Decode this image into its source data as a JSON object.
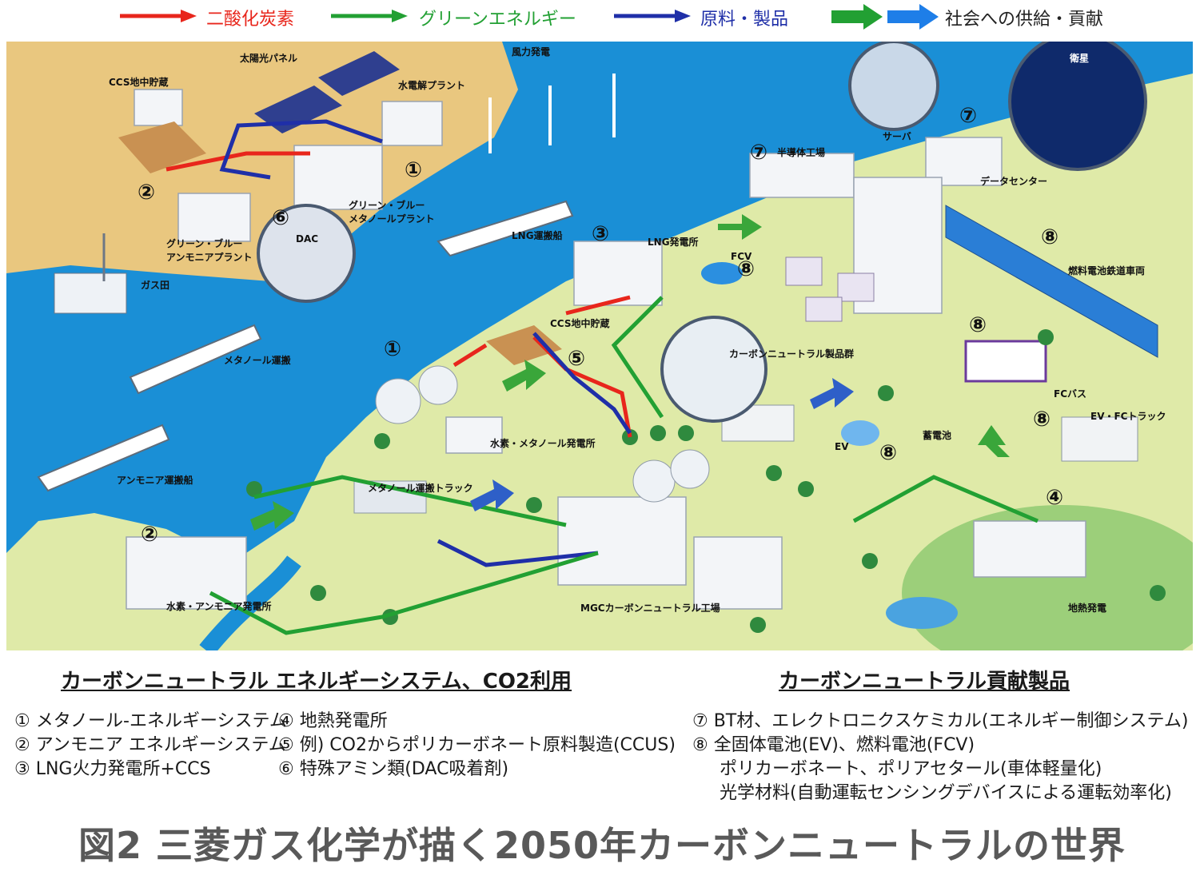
{
  "legend": [
    {
      "label": "二酸化炭素",
      "color": "#e8261c"
    },
    {
      "label": "グリーンエネルギー",
      "color": "#22a033"
    },
    {
      "label": "原料・製品",
      "color": "#1f2fa8"
    },
    {
      "label": "社会への供給・貢献",
      "color": "#1e7ee8"
    }
  ],
  "map_labels": {
    "solar": "太陽光パネル",
    "wind": "風力発電",
    "ccs_top": "CCS地中貯蔵",
    "electrolysis": "水電解プラント",
    "methanol_plant": "グリーン・ブルー\nメタノールプラント",
    "ammonia_plant": "グリーン・ブルー\nアンモニアプラント",
    "dac": "DAC",
    "gas_field": "ガス田",
    "lng_ship": "LNG運搬船",
    "methanol_ship": "メタノール運搬",
    "ammonia_ship": "アンモニア運搬船",
    "lng_power": "LNG発電所",
    "ccs_mid": "CCS地中貯蔵",
    "h2_methanol_power": "水素・メタノール発電所",
    "methanol_truck": "メタノール運搬トラック",
    "h2_ammonia_power": "水素・アンモニア発電所",
    "mgc_factory": "MGCカーボンニュートラル工場",
    "geothermal": "地熱発電",
    "semi_factory": "半導体工場",
    "server": "サーバ",
    "satellite": "衛星",
    "datacenter": "データセンター",
    "fcv": "FCV",
    "cn_products": "カーボンニュートラル製品群",
    "train": "燃料電池鉄道車両",
    "fc_bus": "FCバス",
    "ev_fc_truck": "EV・FCトラック",
    "battery": "蓄電池",
    "ev": "EV"
  },
  "markers": {
    "m1a": "①",
    "m1b": "①",
    "m2a": "②",
    "m2b": "②",
    "m3": "③",
    "m4": "④",
    "m5": "⑤",
    "m6": "⑥",
    "m7a": "⑦",
    "m7b": "⑦",
    "m8a": "⑧",
    "m8b": "⑧",
    "m8c": "⑧",
    "m8d": "⑧",
    "m8e": "⑧"
  },
  "section_left": {
    "title": "カーボンニュートラル エネルギーシステム、CO2利用",
    "items": [
      "① メタノール-エネルギーシステム",
      "② アンモニア エネルギーシステム",
      "③ LNG火力発電所+CCS",
      "④ 地熱発電所",
      "⑤ 例) CO2からポリカーボネート原料製造(CCUS)",
      "⑥ 特殊アミン類(DAC吸着剤)"
    ]
  },
  "section_right": {
    "title": "カーボンニュートラル貢献製品",
    "items": [
      "⑦ BT材、エレクトロニクスケミカル(エネルギー制御システム)",
      "⑧ 全固体電池(EV)、燃料電池(FCV)",
      "ポリカーボネート、ポリアセタール(車体軽量化)",
      "光学材料(自動運転センシングデバイスによる運転効率化)"
    ]
  },
  "figure_title": "図2 三菱ガス化学が描く2050年カーボンニュートラルの世界"
}
